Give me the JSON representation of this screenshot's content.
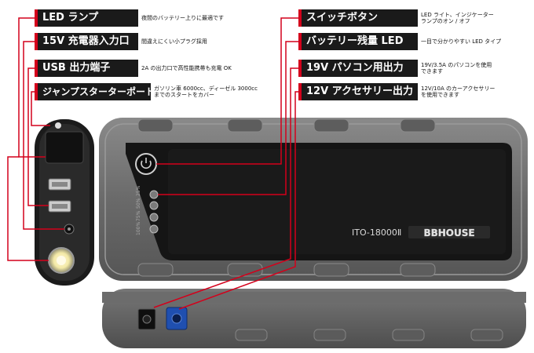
{
  "callouts_left": [
    {
      "title": "LED ランプ",
      "desc": "夜間のバッテリー上りに最適です"
    },
    {
      "title": "15V 充電器入力口",
      "desc": "間違えにくい小プラグ採用"
    },
    {
      "title": "USB 出力端子",
      "desc": "2A の出力口で高性能携帯も充電 OK"
    },
    {
      "title": "ジャンプスターターポート",
      "desc": "ガソリン車 6000cc、ディーゼル 3000cc\nまでのスタートをカバー"
    }
  ],
  "callouts_right": [
    {
      "title": "スイッチボタン",
      "desc": "LED ライト、インジケーター\nランプのオン / オフ"
    },
    {
      "title": "バッテリー残量 LED",
      "desc": "一目で分かりやすい LED タイプ"
    },
    {
      "title": "19V パソコン用出力",
      "desc": "19V/3.5A のパソコンを使用\nできます"
    },
    {
      "title": "12V アクセサリー出力",
      "desc": "12V/10A のカーアクセサリー\nを使用できます"
    }
  ],
  "device": {
    "model": "ITO-18000Ⅱ",
    "brand": "BBHOUSE",
    "battery_levels": [
      "25%",
      "50%",
      "75%",
      "100%"
    ]
  },
  "colors": {
    "accent": "#d4001b",
    "tag_bg": "#1a1a1a",
    "body_gray": "#6e6e6e",
    "panel_black": "#151515"
  },
  "icons": [
    "power-icon",
    "led-lamp-icon",
    "usb-port-icon",
    "dc-port-icon"
  ]
}
